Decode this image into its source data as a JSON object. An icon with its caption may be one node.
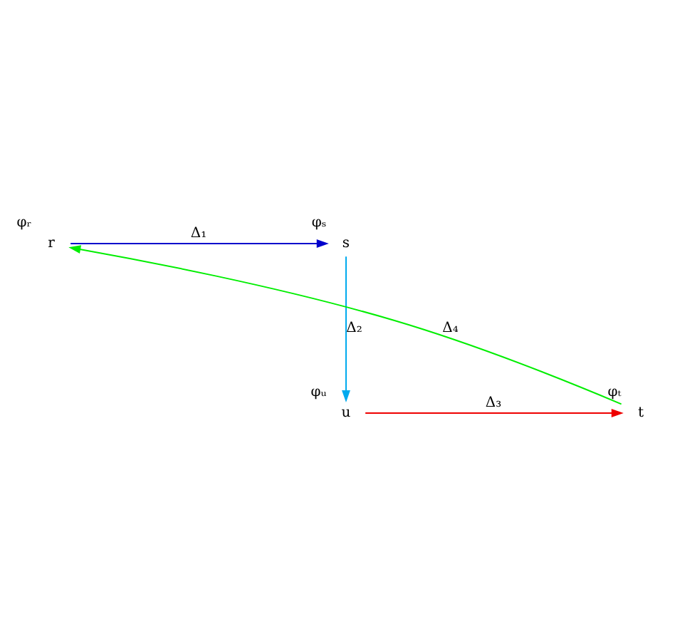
{
  "diagram": {
    "nodes": [
      {
        "text": [
          "s"
        ],
        "beside": [
          "φₛ"
        ]
      },
      {
        "text": [
          "r"
        ],
        "beside": [
          "φᵣ"
        ]
      },
      {
        "text": [
          "u"
        ],
        "beside": [
          "φᵤ"
        ]
      },
      {
        "text": [
          "t"
        ],
        "beside": [
          "φₜ"
        ]
      }
    ],
    "edges": [
      {
        "from": 1,
        "to": 0,
        "arrow": "to",
        "label": "Δ₁",
        "color": "#0000cc"
      },
      {
        "from": 0,
        "to": 2,
        "arrow": "to",
        "label": "Δ₂",
        "color": "#00aaee"
      },
      {
        "from": 2,
        "to": 3,
        "arrow": "to",
        "label": "Δ₃",
        "color": "#ee0000"
      },
      {
        "from": 3,
        "to": 1,
        "arrow": "to",
        "label": "Δ₄",
        "color": "#00ee00"
      }
    ]
  }
}
